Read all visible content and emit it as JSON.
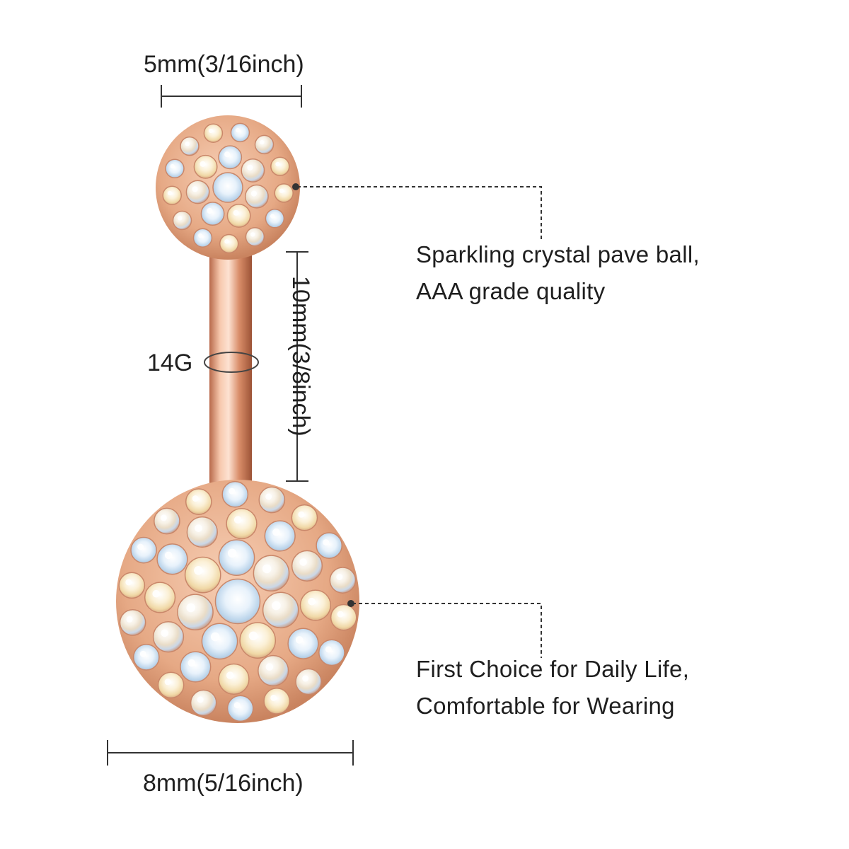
{
  "dimensions": {
    "top_ball_diameter": "5mm(3/16inch)",
    "bar_length": "10mm(3/8inch)",
    "gauge": "14G",
    "bottom_ball_diameter": "8mm(5/16inch)"
  },
  "callouts": {
    "top": {
      "line1": "Sparkling crystal pave ball,",
      "line2": "AAA grade quality"
    },
    "bottom": {
      "line1": "First Choice for Daily Life,",
      "line2": "Comfortable for Wearing"
    }
  },
  "colors": {
    "rose_gold": "#e8a987",
    "rose_gold_dark": "#b86f4f",
    "crystal": "#f3ede4",
    "line": "#333333"
  }
}
